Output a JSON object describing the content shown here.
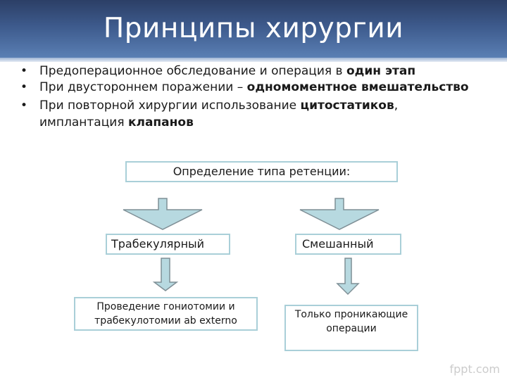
{
  "slide": {
    "title": "Принципы хирургии",
    "bullets": [
      {
        "text": "Предоперационное обследование и операция в ",
        "bold": "один этап",
        "after": ""
      },
      {
        "text": "При двустороннем поражении – ",
        "bold": "одномоментное вмешательство",
        "after": ""
      },
      {
        "text": "При повторной хирургии использование ",
        "bold": "цитостатиков",
        "after": ",",
        "line2": "имплантация ",
        "bold2": "клапанов"
      }
    ],
    "bullet_symbol": "•"
  },
  "diagram": {
    "root": "Определение типа ретенции:",
    "left_type": "Трабекулярный",
    "right_type": "Смешанный",
    "left_result": "Проведение гониотомии и трабекулотомии ab externo",
    "right_result": "Только проникающие операции"
  },
  "colors": {
    "header": "#3d5a8c",
    "box_border": "#a9cfd8",
    "arrow_fill": "#b7d9e0",
    "arrow_stroke": "#7f8f96"
  },
  "watermark": "fppt.com"
}
